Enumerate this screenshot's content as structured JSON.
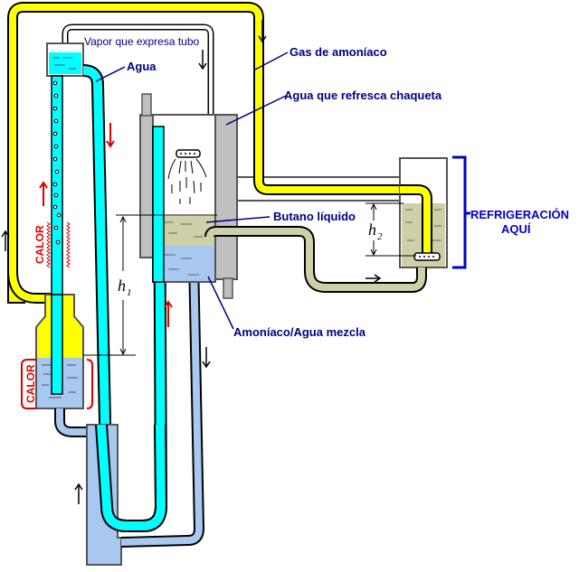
{
  "diagram": {
    "title": "Einstein refrigerator",
    "labels": {
      "vapor_tube": "Vapor que expresa tubo",
      "water": "Agua",
      "ammonia_gas": "Gas de amoníaco",
      "cooling_water": "Agua que refresca chaqueta",
      "liquid_butane": "Butano líquido",
      "mixture": "Amoníaco/Agua mezcla",
      "refrigeration_line1": "REFRIGERACIÓN",
      "refrigeration_line2": "AQUÍ",
      "heat_upper": "CALOR",
      "heat_lower": "CALOR",
      "h1": "h",
      "h1_sub": "1",
      "h2": "h",
      "h2_sub": "2"
    },
    "colors": {
      "ammonia_gas": "#ffff00",
      "water": "#00ffff",
      "mixture": "#a8c8f0",
      "butane": "#d0d0a8",
      "jacket": "#c0c0c0",
      "label_text": "#000080",
      "heat": "#e00000",
      "bracket": "#0000cc"
    }
  }
}
